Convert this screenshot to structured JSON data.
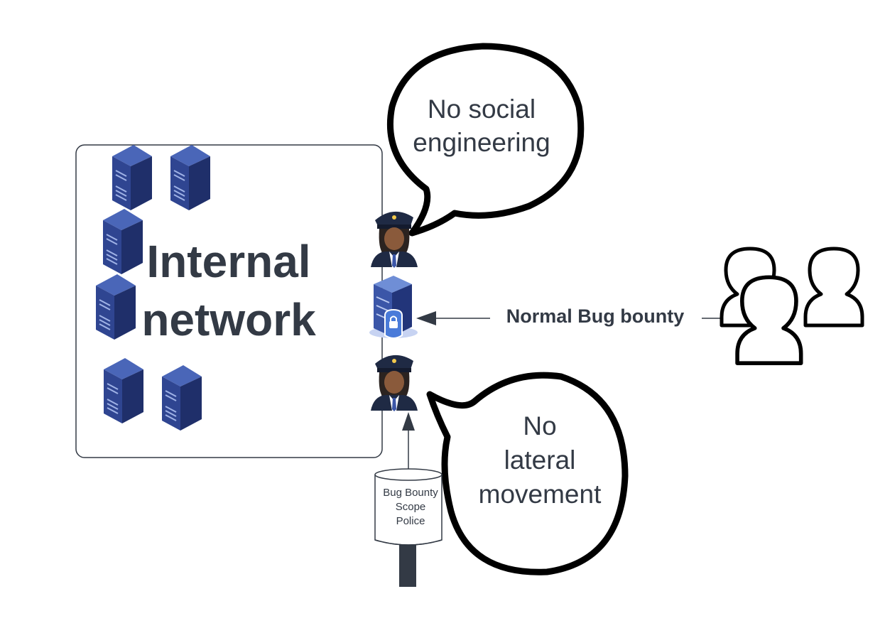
{
  "network": {
    "line1": "Internal",
    "line2": "network"
  },
  "bubble_top": {
    "line1": "No social",
    "line2": "engineering"
  },
  "bubble_bottom": {
    "line1": "No",
    "line2": "lateral",
    "line3": "movement"
  },
  "arrow_label": "Normal Bug bounty",
  "scope_police": {
    "line1": "Bug Bounty",
    "line2": "Scope",
    "line3": "Police"
  },
  "colors": {
    "server_dark": "#2a3a78",
    "server_light": "#3b56a8",
    "text": "#333a45",
    "line": "#333a45"
  },
  "icons": [
    "server-icon",
    "police-officer-icon",
    "secure-server-icon",
    "user-group-icon",
    "database-icon"
  ]
}
